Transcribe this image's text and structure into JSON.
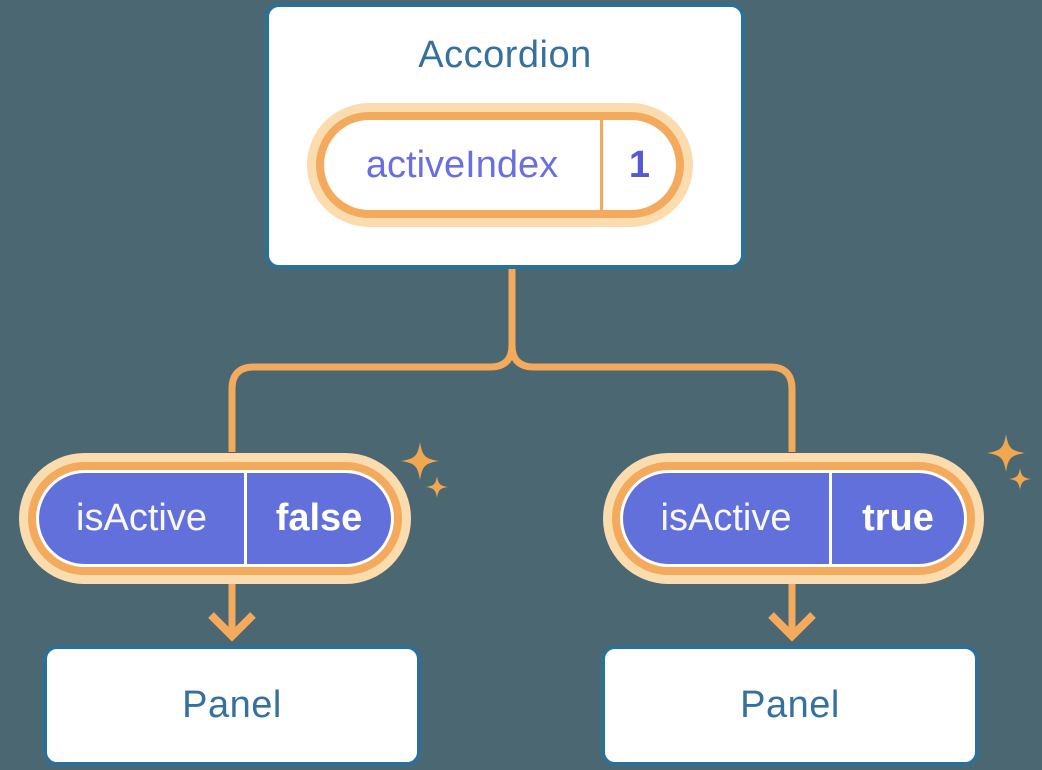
{
  "colors": {
    "bg": "#4b6771",
    "card-bg": "#ffffff",
    "card-border": "#2d7097",
    "heading": "#35719e",
    "orange": "#f3aa5d",
    "orange-deep": "#f0a74f",
    "peach": "#fbdcae",
    "purple": "#6170da",
    "purple-text": "#6a6fdf",
    "purple-value": "#5459d4",
    "pill-text": "#f8f8fc"
  },
  "icons": {
    "sparkle": "four-point-star"
  },
  "diagram": {
    "type": "component-tree",
    "root": {
      "title": "Accordion",
      "state": {
        "name": "activeIndex",
        "value": "1"
      }
    },
    "children": [
      {
        "prop": {
          "name": "isActive",
          "value": "false"
        },
        "node": {
          "title": "Panel"
        }
      },
      {
        "prop": {
          "name": "isActive",
          "value": "true"
        },
        "node": {
          "title": "Panel"
        }
      }
    ]
  }
}
